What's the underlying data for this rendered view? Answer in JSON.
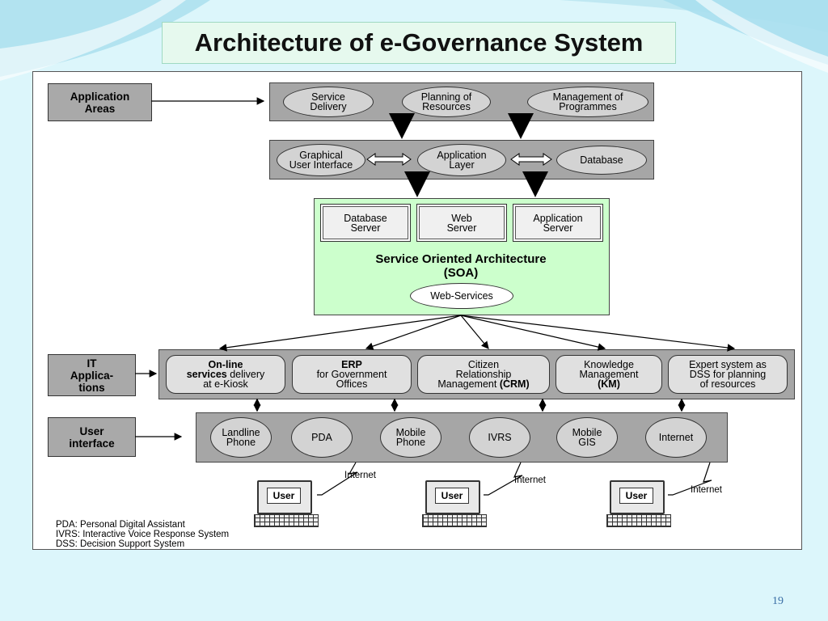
{
  "title": "Architecture of e-Governance System",
  "side_labels": {
    "application_areas": "Application\nAreas",
    "it_applications": "IT\nApplica-\ntions",
    "user_interface": "User\ninterface"
  },
  "application_areas": [
    "Service\nDelivery",
    "Planning of\nResources",
    "Management of\nProgrammes"
  ],
  "layers": [
    "Graphical\nUser Interface",
    "Application\nLayer",
    "Database"
  ],
  "servers": [
    "Database\nServer",
    "Web\nServer",
    "Application\nServer"
  ],
  "soa": {
    "title": "Service Oriented Architecture\n(SOA)",
    "web_services": "Web-Services"
  },
  "it_apps": [
    {
      "bold": "On-line\nservices",
      "text": " delivery\nat e-Kiosk"
    },
    {
      "bold": "ERP",
      "text": "\nfor Government\nOffices"
    },
    {
      "text": "Citizen\nRelationship\nManagement ",
      "bold_end": "(CRM)"
    },
    {
      "text": "Knowledge\nManagement\n",
      "bold_end": "(KM)"
    },
    {
      "text": "Expert system as\nDSS for planning\nof resources"
    }
  ],
  "user_interfaces": [
    "Landline\nPhone",
    "PDA",
    "Mobile\nPhone",
    "IVRS",
    "Mobile\nGIS",
    "Internet"
  ],
  "users": [
    {
      "label": "User",
      "link": "Internet"
    },
    {
      "label": "User",
      "link": "Internet"
    },
    {
      "label": "User",
      "link": "Internet"
    }
  ],
  "notes": [
    "PDA: Personal Digital Assistant",
    "IVRS: Interactive Voice Response System",
    "DSS: Decision Support System"
  ],
  "page_number": "19",
  "colors": {
    "background": "#dcf6fb",
    "title_box": "#e6f9ee",
    "band": "#a6a6a6",
    "soa": "#ccffcc",
    "oval": "#d3d3d3",
    "page_number": "#3a6ea5"
  }
}
